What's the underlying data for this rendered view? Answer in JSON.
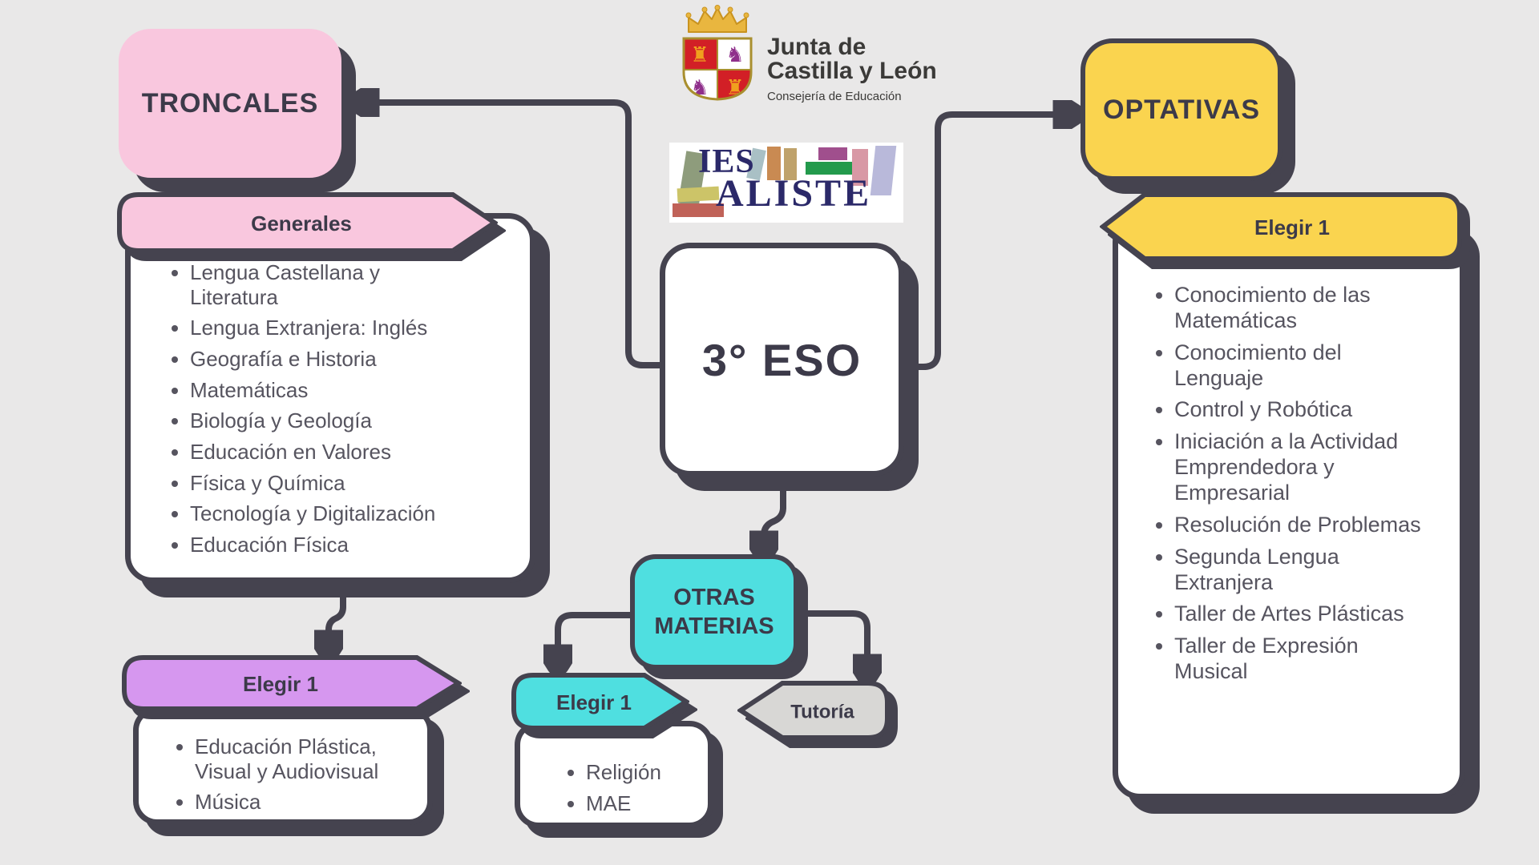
{
  "colors": {
    "bg": "#e9e8e8",
    "dark": "#45434f",
    "pink": "#f9c7de",
    "purple": "#d697ef",
    "cyan": "#4fdfe0",
    "yellow": "#fad44f",
    "gray": "#d8d7d5",
    "white": "#ffffff",
    "text": "#56545f",
    "navy": "#2b2969",
    "headtext": "#3c3a49"
  },
  "header": {
    "junta": {
      "title_line1": "Junta de",
      "title_line2": "Castilla y León",
      "subtitle": "Consejería de Educación"
    },
    "ies": {
      "line1": "IES",
      "line2": "ALISTE"
    }
  },
  "icons": {
    "crown_icon": "gold-crown",
    "castle_glyph": "♜",
    "lion_glyph": "♞",
    "book_spines": "colored-book-spines"
  },
  "center_node": {
    "title": "3° ESO"
  },
  "troncales": {
    "title": "TRONCALES",
    "category_label": "Generales",
    "subjects": [
      "Lengua Castellana y Literatura",
      "Lengua Extranjera: Inglés",
      "Geografía e Historia",
      "Matemáticas",
      "Biología y Geología",
      "Educación en Valores",
      "Física y Química",
      "Tecnología y Digitalización",
      "Educación Física"
    ],
    "elective_label": "Elegir 1",
    "elective_subjects": [
      "Educación Plástica, Visual y Audiovisual",
      "Música"
    ]
  },
  "otras_materias": {
    "title": "OTRAS MATERIAS",
    "elective_label": "Elegir 1",
    "elective_subjects": [
      "Religión",
      "MAE"
    ],
    "tutoria_label": "Tutoría"
  },
  "optativas": {
    "title": "OPTATIVAS",
    "elective_label": "Elegir 1",
    "subjects": [
      "Conocimiento de las Matemáticas",
      "Conocimiento del Lenguaje",
      "Control y Robótica",
      "Iniciación a la Actividad Emprendedora y Empresarial",
      "Resolución de Problemas",
      "Segunda Lengua Extranjera",
      "Taller de Artes Plásticas",
      "Taller de Expresión Musical"
    ]
  }
}
